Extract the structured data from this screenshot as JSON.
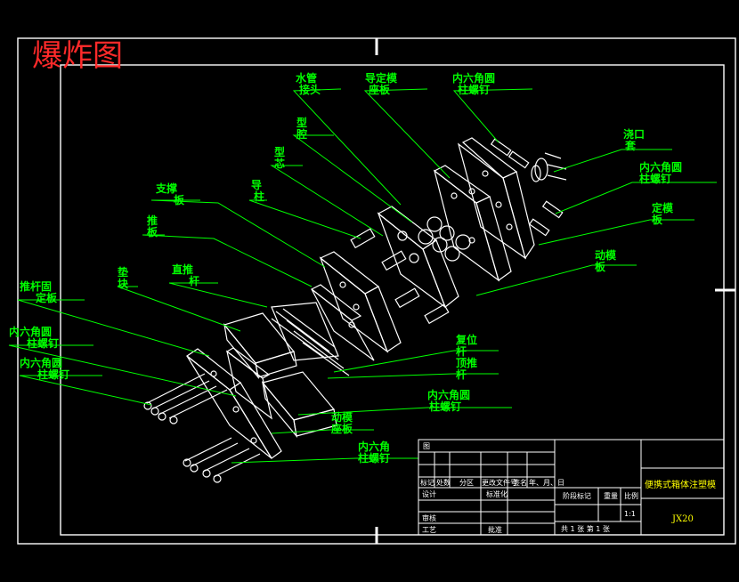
{
  "title": "爆炸图",
  "labels": {
    "water_pipe": [
      "水管",
      "接头"
    ],
    "fixed_plate": [
      "导定模",
      "座板"
    ],
    "hex_screw_top": [
      "内六角圆",
      "柱螺钉"
    ],
    "cavity": [
      "型",
      "腔"
    ],
    "core": [
      "型",
      "芯"
    ],
    "locating_ring": [
      "浇口",
      "套"
    ],
    "hex_screw_right": [
      "内六角圆",
      "柱螺钉"
    ],
    "fixed_mold_plate": [
      "定模",
      "板"
    ],
    "support_plate": [
      "支撑",
      "板"
    ],
    "guide_pillar": [
      "导",
      "柱"
    ],
    "moving_mold_plate": [
      "动模",
      "板"
    ],
    "push_plate": [
      "推",
      "板"
    ],
    "straight_ejector": [
      "直推",
      "杆"
    ],
    "spacer_block": [
      "垫",
      "块"
    ],
    "ejector_pin_plate": [
      "推杆固",
      "定板"
    ],
    "hex_screw_left1": [
      "内六角圆",
      "柱螺钉"
    ],
    "hex_screw_left2": [
      "内六角圆",
      "柱螺钉"
    ],
    "return_pin": [
      "复位",
      "杆"
    ],
    "sprue_ejector": [
      "顶推",
      "杆"
    ],
    "hex_screw_mid": [
      "内六角圆",
      "柱螺钉"
    ],
    "moving_base_plate": [
      "动模",
      "座板"
    ],
    "hex_screw_bottom": [
      "内六角",
      "柱螺钉"
    ]
  },
  "title_block": {
    "drawing_title": "便携式箱体注塑模",
    "drawing_no": "JX20",
    "scale": "1:1",
    "header_cells": [
      "标记",
      "处数",
      "分区",
      "更改文件号",
      "签名",
      "年、月、日"
    ],
    "rows": [
      "设计",
      "审核",
      "工艺"
    ],
    "mid_cells": [
      "标准化",
      "批准"
    ],
    "stage_headers": [
      "阶段标记",
      "重量",
      "比例"
    ],
    "sheet_info": "共 1 张    第 1 张",
    "top_cell": "图"
  }
}
